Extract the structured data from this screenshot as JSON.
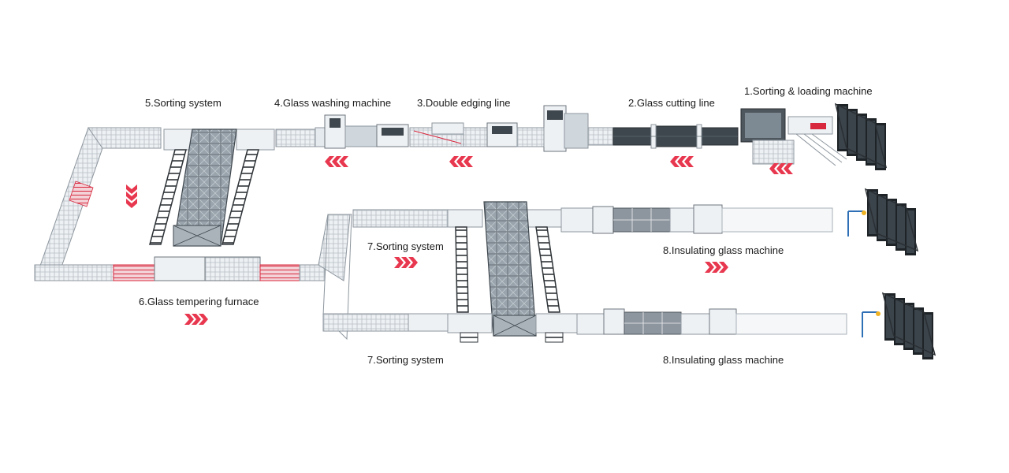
{
  "labels": {
    "stage1": "1.Sorting & loading machine",
    "stage2": "2.Glass cutting line",
    "stage3": "3.Double edging line",
    "stage4": "4.Glass washing machine",
    "stage5": "5.Sorting system",
    "stage6": "6.Glass tempering furnace",
    "stage7a": "7.Sorting system",
    "stage8a": "8.Insulating glass machine",
    "stage7b": "7.Sorting system",
    "stage8b": "8.Insulating glass machine"
  },
  "colors": {
    "arrow": "#e8384f",
    "frame": "#8d969e",
    "frame_dark": "#4f575e",
    "machine_light": "#eef1f4",
    "machine_dark": "#3f474e",
    "glass": "#c9d3da",
    "accent_red": "#d8283e",
    "crane_yellow": "#f0b323",
    "crane_blue": "#2f6fb5"
  },
  "icons": {
    "direction": "chevron-arrow-icon"
  }
}
